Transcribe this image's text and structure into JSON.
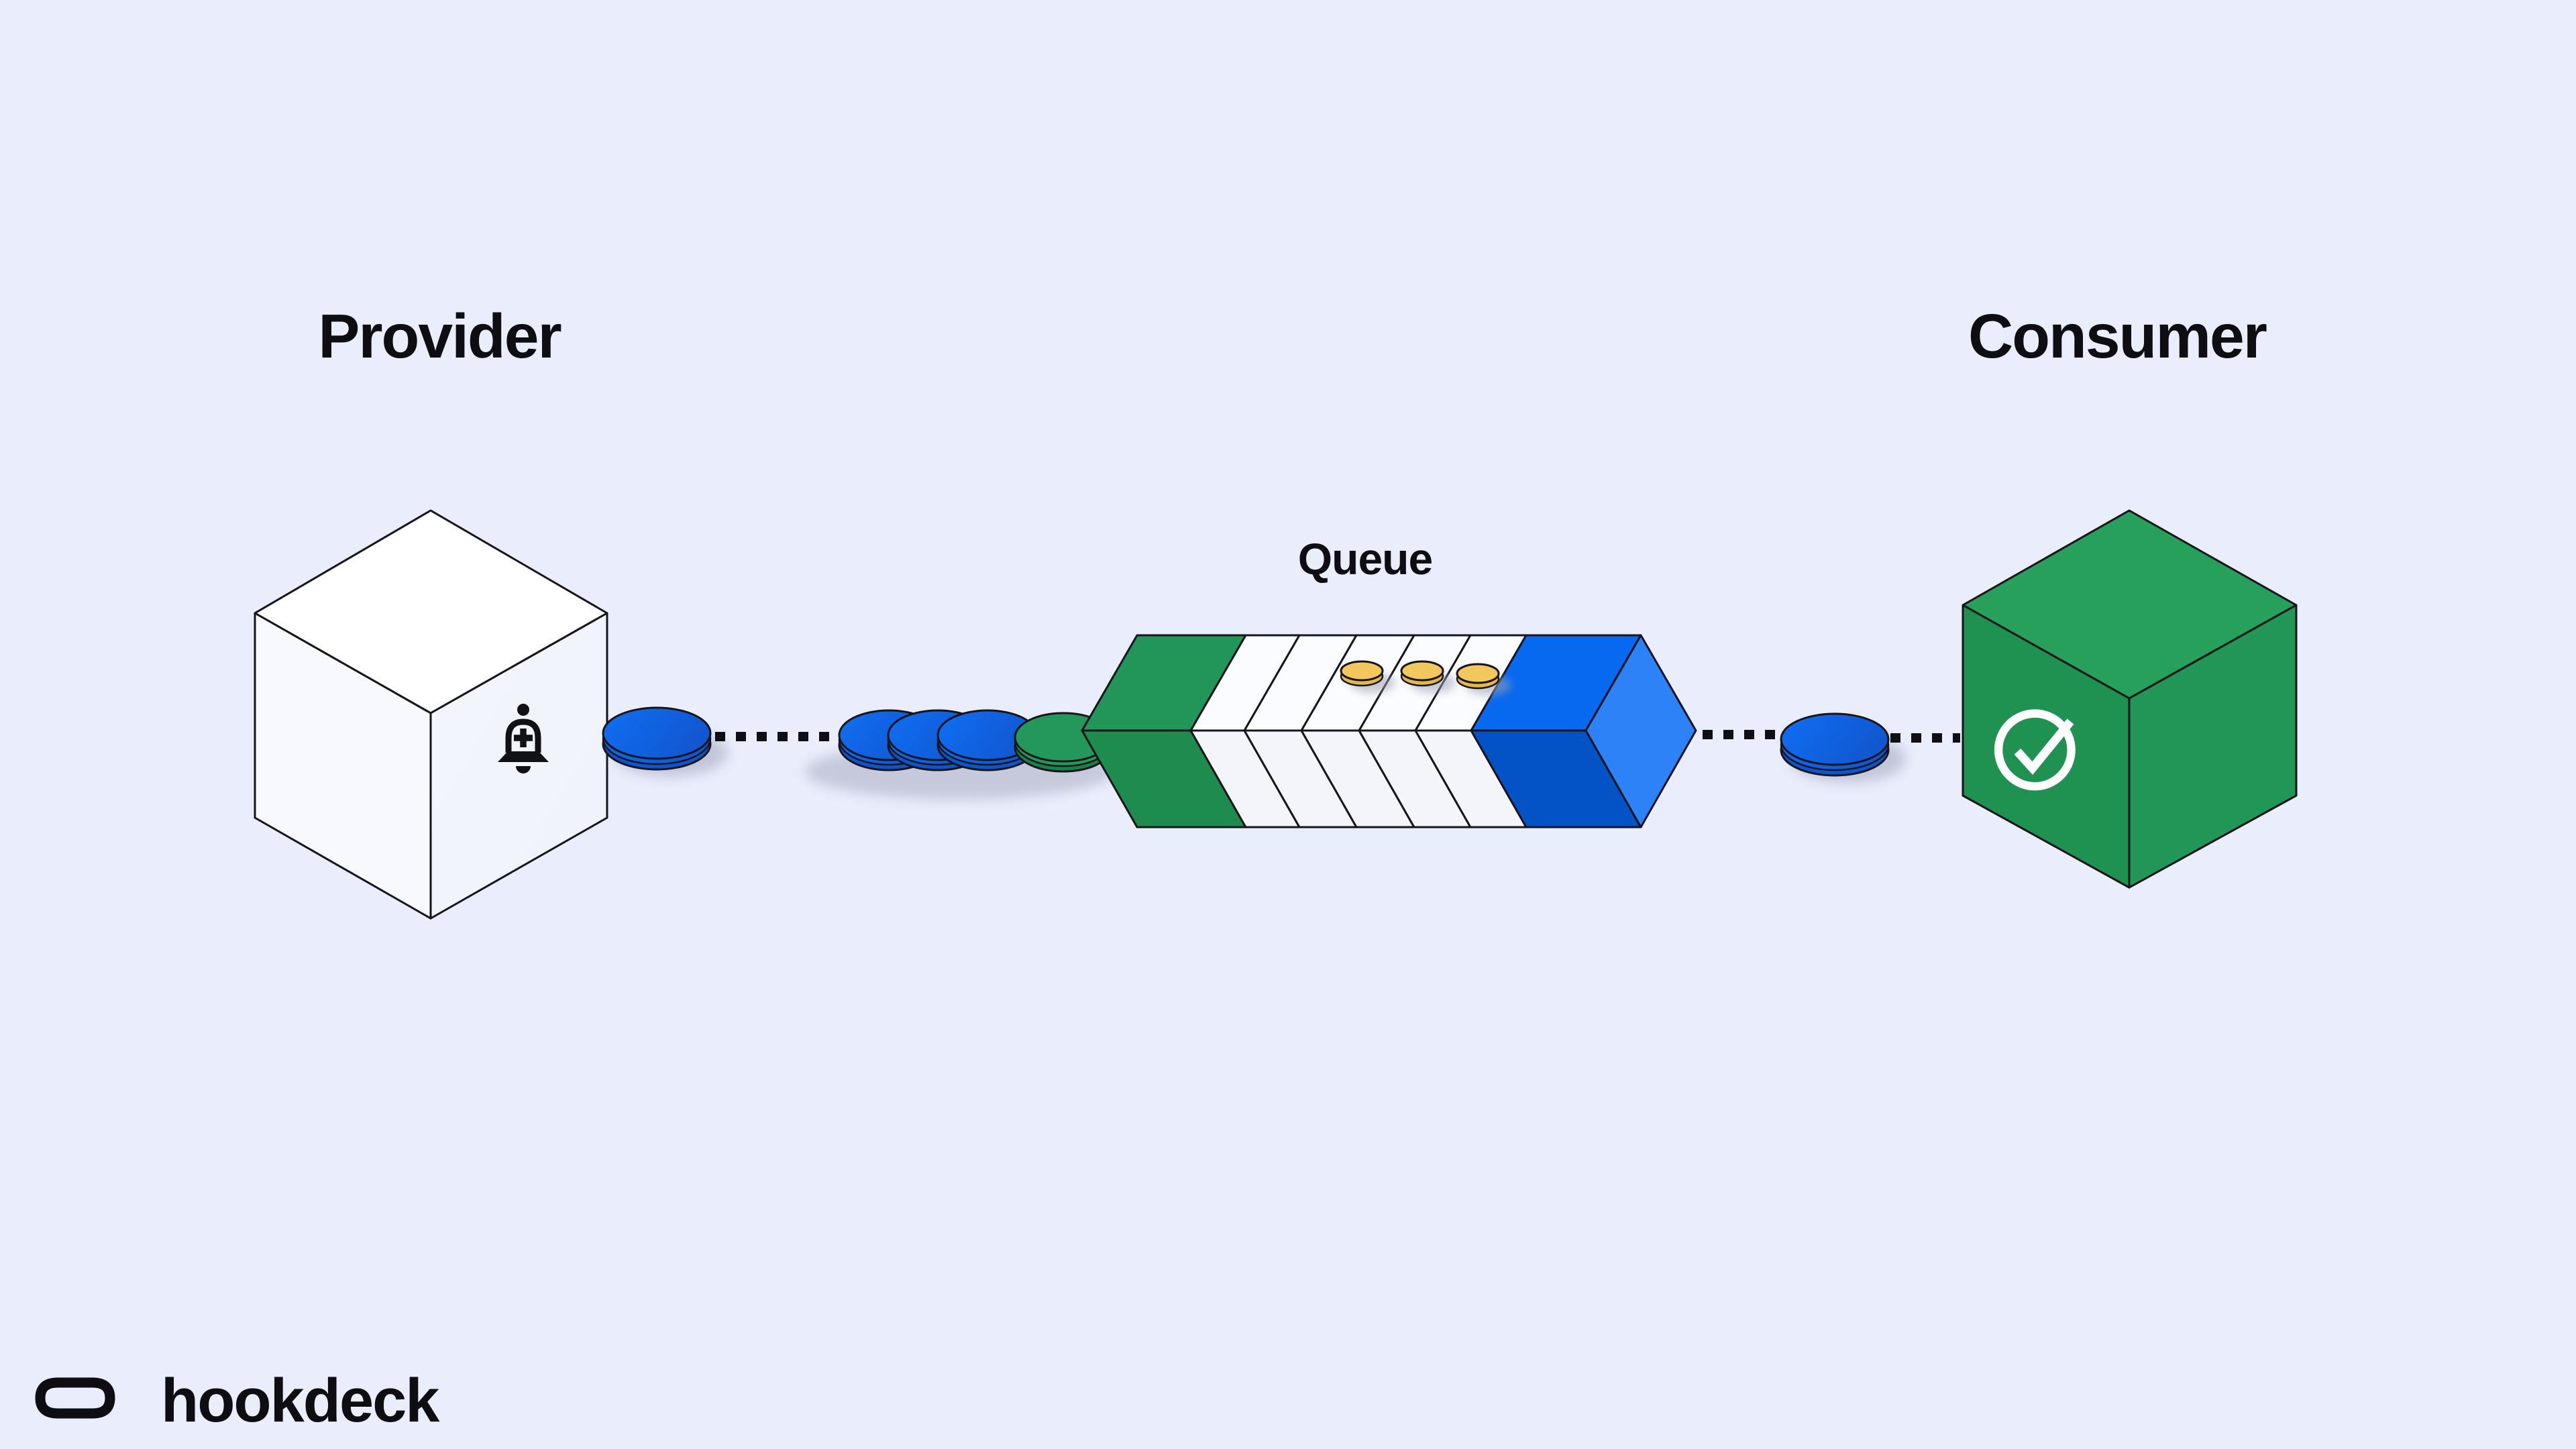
{
  "diagram": {
    "provider_label": "Provider",
    "consumer_label": "Consumer",
    "queue_label": "Queue"
  },
  "footer": {
    "brand": "hookdeck"
  },
  "icons": {
    "provider_icon": "bell-add-icon",
    "consumer_icon": "check-circle-icon",
    "logo_icon": "hookdeck-link-icon"
  },
  "colors": {
    "background": "#EAEDFC",
    "ink": "#0D0D12",
    "green": "#219653",
    "green_front": "#1E8C4F",
    "queue_blue_top": "#0768F0",
    "queue_blue_front": "#0353C6",
    "queue_blue_end": "#2E82F7",
    "disk_blue": "#0F6DF2",
    "disk_blue_dark": "#0C55CC",
    "coin_yellow": "#F2C85E",
    "cube_white": "#FFFFFF"
  },
  "queue": {
    "white_segment_count": 5,
    "coin_count": 3
  },
  "messages": {
    "blue_disk_count": 5,
    "green_disk_count": 1
  }
}
